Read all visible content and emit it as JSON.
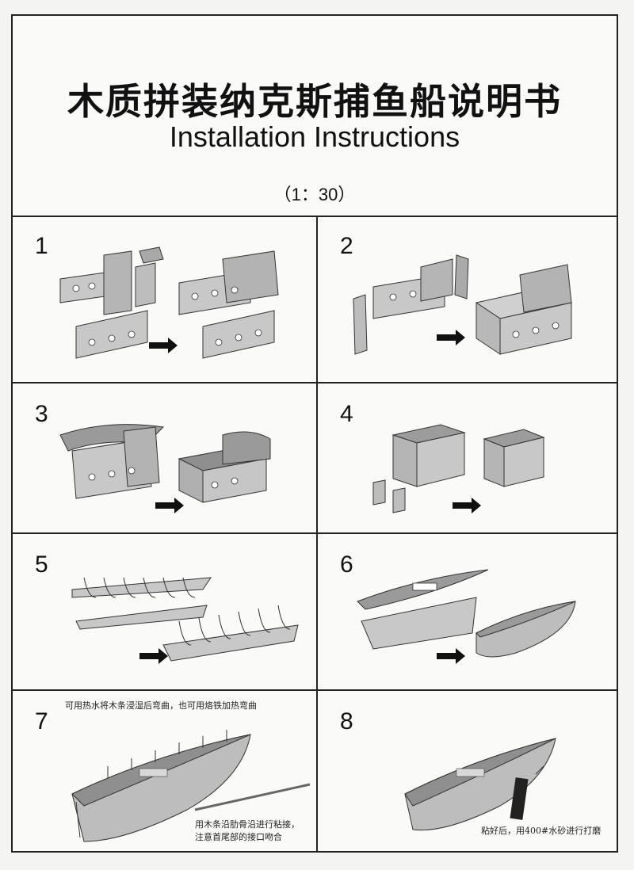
{
  "header": {
    "title_cn": "木质拼装纳克斯捕鱼船说明书",
    "title_en": "Installation Instructions",
    "scale": "（1：30）"
  },
  "steps": [
    {
      "number": "1"
    },
    {
      "number": "2"
    },
    {
      "number": "3"
    },
    {
      "number": "4"
    },
    {
      "number": "5"
    },
    {
      "number": "6"
    },
    {
      "number": "7",
      "note_top": "可用热水将木条浸湿后弯曲，也可用烙铁加热弯曲",
      "note_bottom_1": "用木条沿肋骨沿进行粘接，",
      "note_bottom_2": "注意首尾部的接口吻合"
    },
    {
      "number": "8",
      "note": "粘好后，用400#水砂进行打磨"
    }
  ],
  "colors": {
    "line": "#222222",
    "wood_light": "#cfcfcf",
    "wood_mid": "#b3b3b3",
    "wood_dark": "#8a8a8a",
    "arrow": "#111111"
  }
}
